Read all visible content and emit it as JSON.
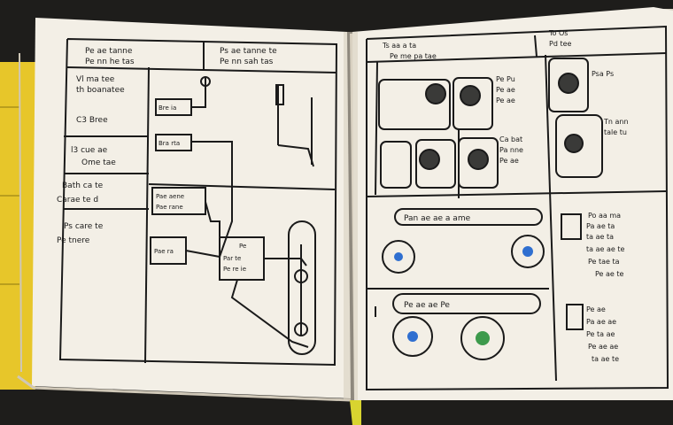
{
  "scene": {
    "subject": "open-notebook-hand-drawn-ui-sketch",
    "colors": {
      "background": "#1e1d1b",
      "paper": "#f3efe6",
      "paper_shadow": "#d9d2c3",
      "ink": "#1a1a1a",
      "notepad_yellow": "#e7c62a",
      "bookmark_ribbon": "#d8d430",
      "dial_blue": "#2f6fd0",
      "dial_green": "#3d9a4c"
    }
  },
  "left_page": {
    "header": {
      "lines": [
        "Pe ae tanne",
        "Pe nn he tas"
      ],
      "right_lines": [
        "Ps ae tanne te",
        "Pe nn sah tas"
      ]
    },
    "sidebar_notes": [
      {
        "lines": [
          "Vl ma tee",
          "th boanatee"
        ]
      },
      {
        "lines": [
          "C3 Bree"
        ]
      },
      {
        "lines": [
          "l3 cue ae",
          "Ome tae"
        ]
      },
      {
        "lines": [
          "Bath ca te",
          "Carae te d"
        ]
      },
      {
        "lines": [
          "Ps care te",
          "Pe tnere"
        ]
      }
    ],
    "boxes": [
      {
        "lines": [
          "Bre ia"
        ]
      },
      {
        "lines": [
          "Bra rta"
        ]
      },
      {
        "lines": [
          "Pae aene",
          "Pae rane"
        ]
      },
      {
        "lines": [
          "Pae ra"
        ]
      },
      {
        "lines": [
          "Pe",
          "Par te",
          "Pe re ie"
        ]
      }
    ]
  },
  "right_page": {
    "header": {
      "lines": [
        "Ts aa a ta",
        "Pe me pa tae"
      ],
      "right_lines": [
        "To Os",
        "Pd tee"
      ]
    },
    "notes": [
      {
        "lines": [
          "Pe Pu",
          "Pe ae",
          "Pe ae"
        ]
      },
      {
        "lines": [
          "Ca bat",
          "Pa nne",
          "Pe ae"
        ]
      },
      {
        "lines": [
          "Psa Ps"
        ]
      },
      {
        "lines": [
          "Tn ann",
          "tale tu"
        ]
      }
    ],
    "search_labels": [
      "Pan ae ae a ame",
      "Pe ae ae Pe"
    ],
    "info_panel": {
      "lines": [
        "Po aa ma",
        "Pa ae ta",
        "ta ae ta",
        "ta ae ae te",
        "Pe tae ta",
        "Pe ae te"
      ]
    },
    "info_panel_2": {
      "lines": [
        "Pe ae",
        "Pa ae ae",
        "Pe ta ae",
        "Pe ae ae",
        "ta ae te"
      ]
    }
  }
}
